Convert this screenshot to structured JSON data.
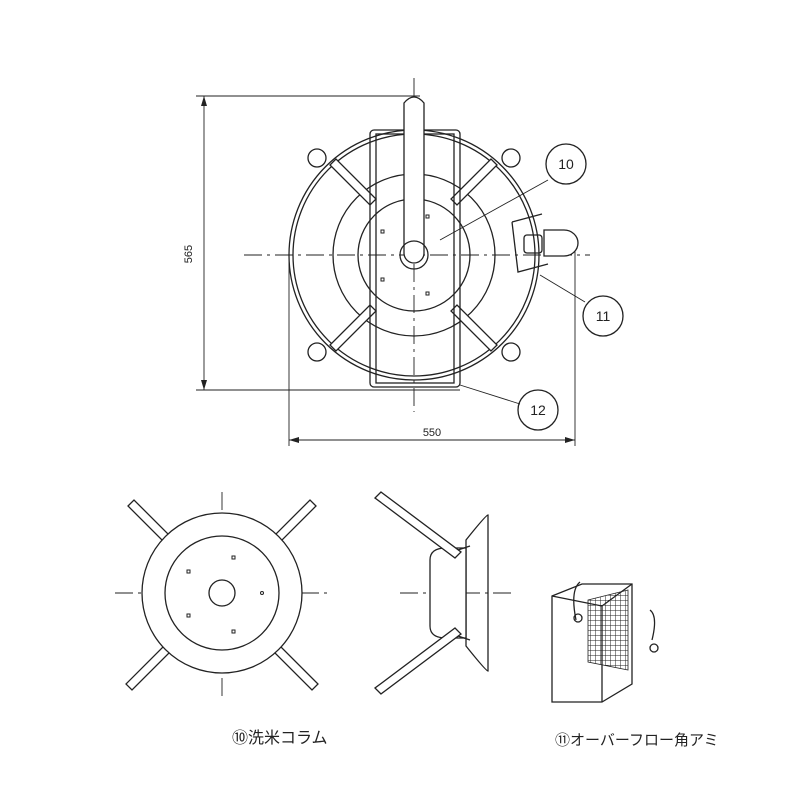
{
  "dimensions": {
    "height": "565",
    "width": "550"
  },
  "callouts": [
    "10",
    "11",
    "12"
  ],
  "captions": {
    "part10": "⑩洗米コラム",
    "part11": "⑪オーバーフロー角アミ"
  }
}
